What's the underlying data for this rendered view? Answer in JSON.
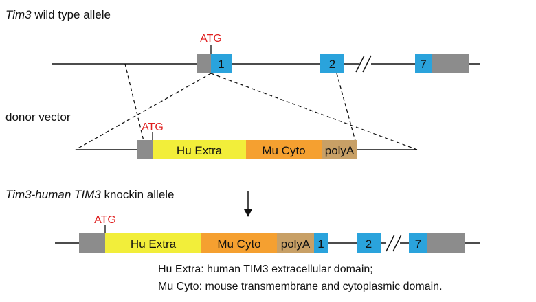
{
  "colors": {
    "line": "#111111",
    "utr_gray": "#8c8c8c",
    "exon_blue": "#2aa3dc",
    "hu_extra_yellow": "#f2ee3a",
    "mu_cyto_orange": "#f5a030",
    "polya_tan": "#c8a066",
    "atg_red": "#e02020"
  },
  "wild_type": {
    "title_italic": "Tim3",
    "title_rest": " wild type allele",
    "atg": "ATG",
    "exon1": "1",
    "exon2": "2",
    "exon7": "7"
  },
  "donor": {
    "title": "donor vector",
    "atg": "ATG",
    "hu_extra": "Hu Extra",
    "mu_cyto": "Mu Cyto",
    "polya": "polyA"
  },
  "knockin": {
    "title_italic": "Tim3-human TIM3",
    "title_rest": " knockin allele",
    "atg": "ATG",
    "hu_extra": "Hu Extra",
    "mu_cyto": "Mu Cyto",
    "polya": "polyA",
    "exon1": "1",
    "exon2": "2",
    "exon7": "7"
  },
  "legend": {
    "line1": "Hu Extra: human TIM3 extracellular domain;",
    "line2": "Mu Cyto: mouse transmembrane and cytoplasmic domain."
  }
}
